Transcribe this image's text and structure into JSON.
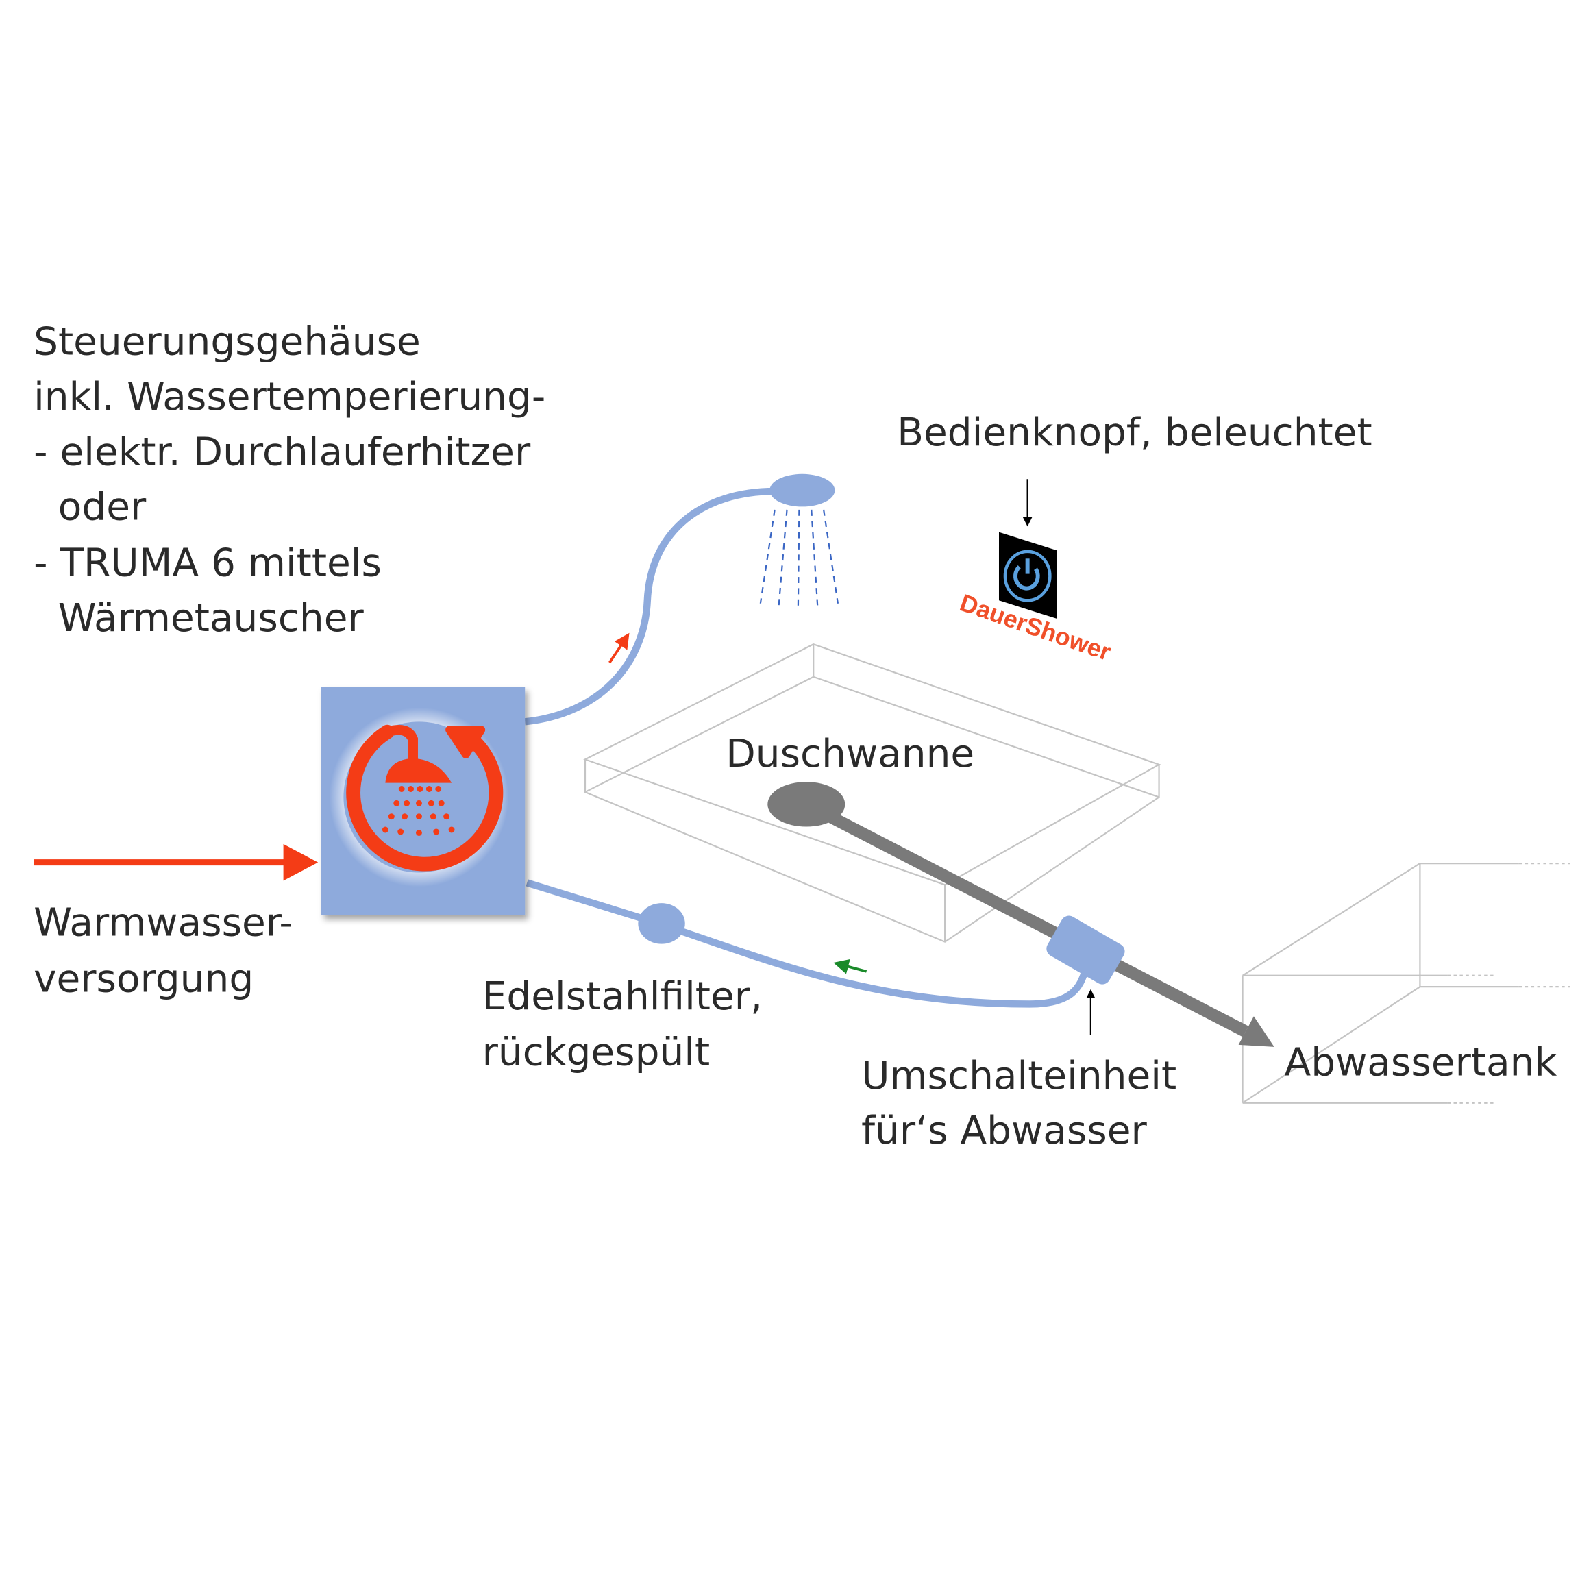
{
  "labels": {
    "control_housing": [
      "Steuerungsgehäuse",
      "inkl. Wassertemperierung-",
      "- elektr. Durchlauferhitzer",
      "  oder",
      "- TRUMA 6 mittels",
      "  Wärmetauscher"
    ],
    "control_button": "Bedienknopf, beleuchtet",
    "shower_tray": "Duschwanne",
    "hot_water": [
      "Warmwasser-",
      "versorgung"
    ],
    "filter": [
      "Edelstahlfilter,",
      "rückgespült"
    ],
    "switch_unit": [
      "Umschalteinheit",
      "für‘s Abwasser"
    ],
    "waste_tank": "Abwassertank"
  },
  "logo": {
    "text": "DauerShower",
    "icon": "power-icon"
  },
  "colors": {
    "hose": "#8eaadc",
    "hot": "#f43c16",
    "drain": "#7a7a7a",
    "flow_return": "#1a8a2a",
    "logo": "#f0502a"
  }
}
